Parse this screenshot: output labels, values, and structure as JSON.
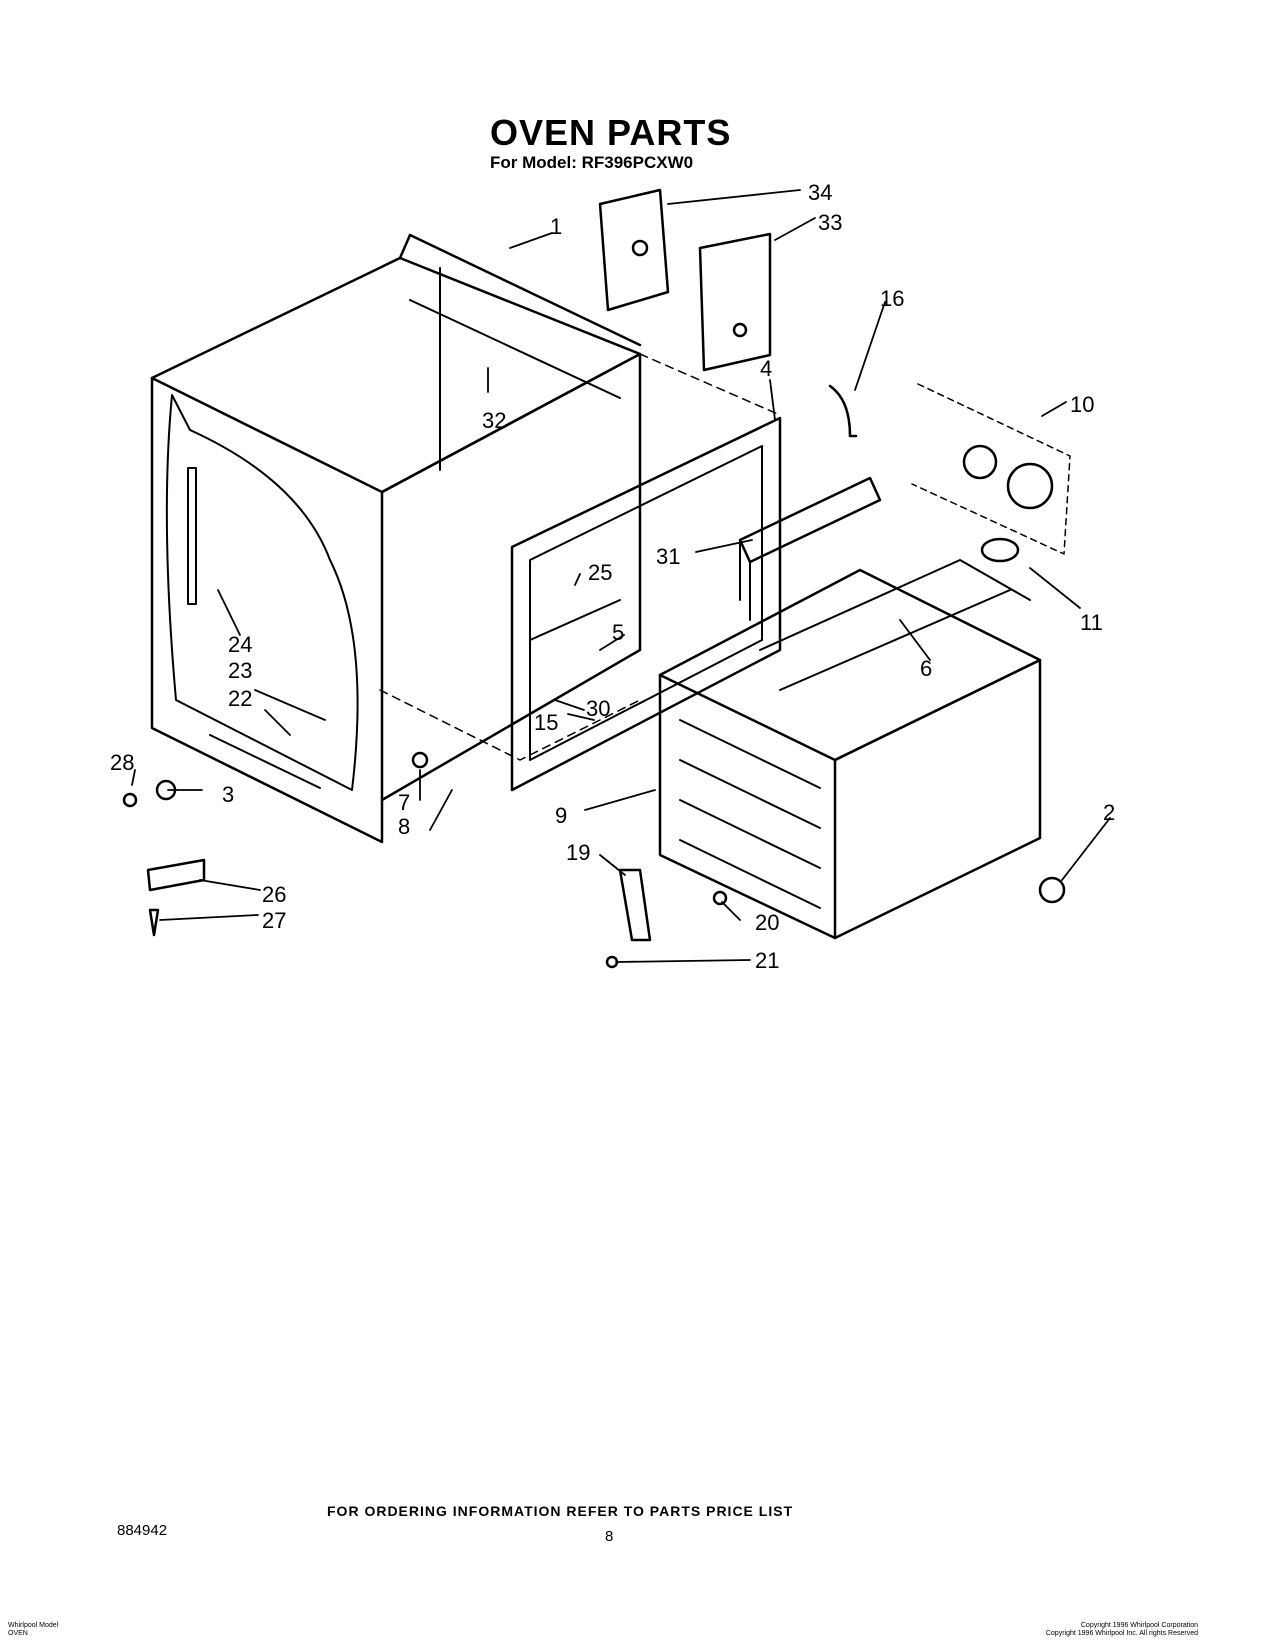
{
  "title": "OVEN PARTS",
  "subtitle": "For Model: RF396PCXW0",
  "part_labels": [
    "1",
    "2",
    "3",
    "4",
    "5",
    "6",
    "7",
    "8",
    "9",
    "10",
    "11",
    "15",
    "16",
    "19",
    "20",
    "21",
    "22",
    "23",
    "24",
    "25",
    "26",
    "27",
    "28",
    "30",
    "31",
    "32",
    "33",
    "34"
  ],
  "footer_note": "FOR ORDERING INFORMATION REFER TO PARTS PRICE LIST",
  "document_number": "884942",
  "page_number": "8",
  "fine_print_left": [
    "Whirlpool Model",
    "OVEN"
  ],
  "fine_print_right": [
    "Copyright 1996 Whirlpool Corporation",
    "Copyright 1996 Whirlpool Inc. All rights Reserved"
  ]
}
